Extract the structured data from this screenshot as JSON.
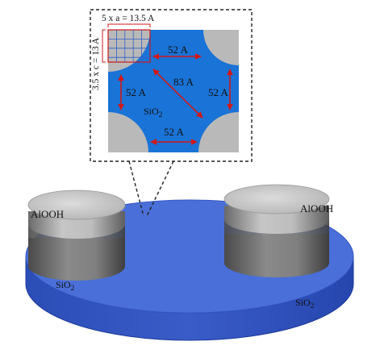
{
  "inset": {
    "dim_horizontal": "5 x a = 13.5 A",
    "dim_vertical": "3.5 x c = 13 A",
    "label_top": "52 A",
    "label_left": "52 A",
    "label_right": "52 A",
    "label_bottom": "52 A",
    "label_diagonal": "83 A",
    "substrate_label": "SiO",
    "substrate_label_sub": "2"
  },
  "scene": {
    "pillar_left_label": "AlOOH",
    "pillar_right_label": "AlOOH",
    "substrate_left_label": "SiO",
    "substrate_left_sub": "2",
    "substrate_right_label": "SiO",
    "substrate_right_sub": "2"
  },
  "colors": {
    "substrate_blue": "#4a6fd8",
    "substrate_side": "#2f4db8",
    "inset_blue": "#1a73d6",
    "pillar_gray": "#b9b9b9",
    "arrow_red": "#d01818",
    "grid_red": "#d01818",
    "grid_blue": "#3060c8"
  }
}
